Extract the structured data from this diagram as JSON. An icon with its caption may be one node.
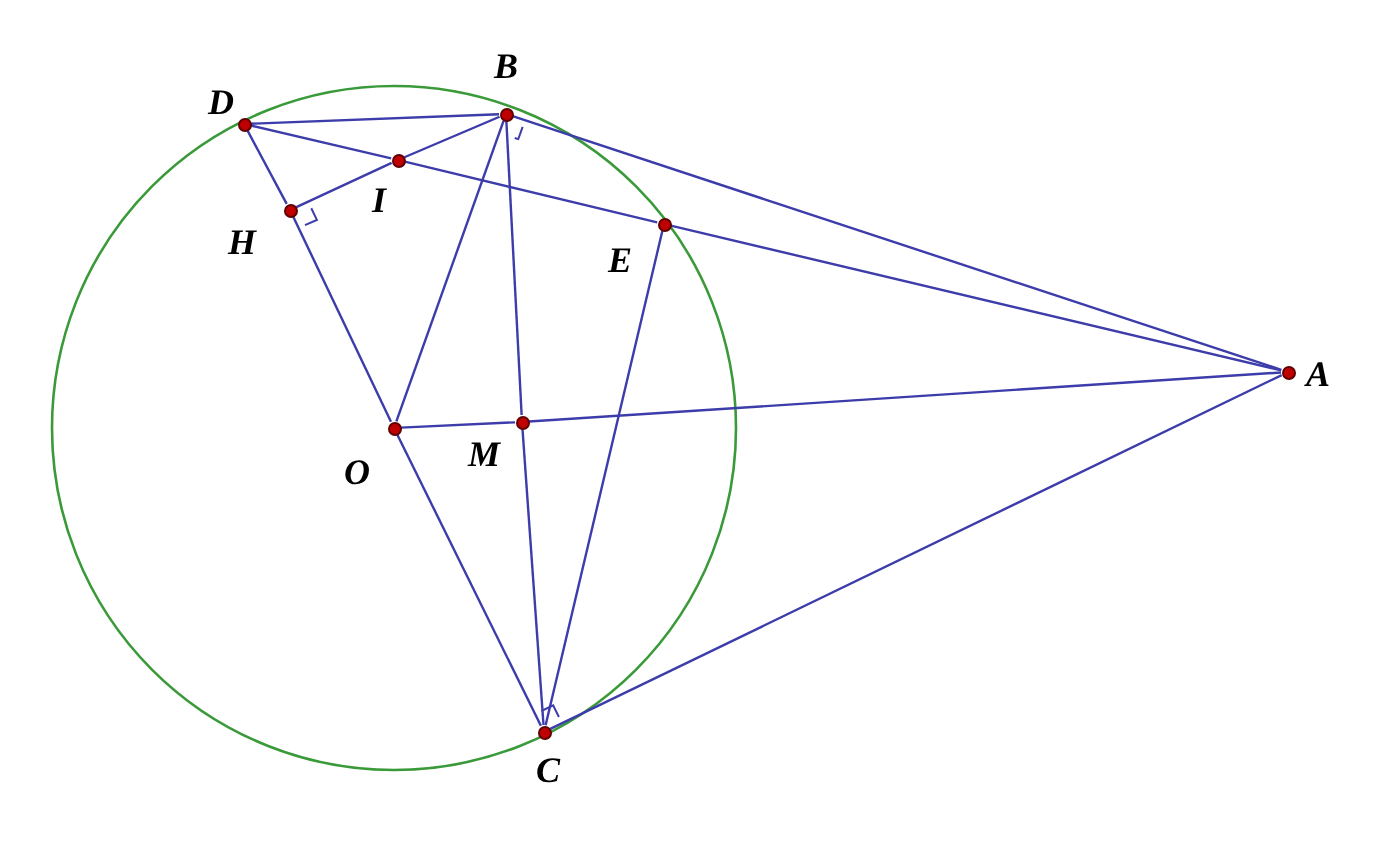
{
  "diagram": {
    "nodes": [
      {
        "text": [],
        "shape": "circle",
        "beside": [
          "D"
        ]
      },
      {
        "text": [],
        "shape": "circle",
        "beside": [
          "B"
        ]
      },
      {
        "text": [],
        "shape": "circle",
        "beside": [
          "I"
        ]
      },
      {
        "text": [],
        "shape": "circle",
        "beside": [
          "H"
        ]
      },
      {
        "text": [],
        "shape": "circle",
        "beside": [
          "E"
        ]
      },
      {
        "text": [],
        "shape": "circle",
        "beside": [
          "A"
        ]
      },
      {
        "text": [],
        "shape": "circle",
        "beside": [
          "O"
        ]
      },
      {
        "text": [],
        "shape": "circle",
        "beside": [
          "M"
        ]
      },
      {
        "text": [],
        "shape": "circle",
        "beside": [
          "C"
        ]
      }
    ],
    "edges": [
      {
        "from": 0,
        "to": 1,
        "arrow": "none"
      },
      {
        "from": 0,
        "to": 2,
        "arrow": "none"
      },
      {
        "from": 2,
        "to": 4,
        "arrow": "none"
      },
      {
        "from": 4,
        "to": 5,
        "arrow": "none"
      },
      {
        "from": 1,
        "to": 5,
        "arrow": "none"
      },
      {
        "from": 0,
        "to": 3,
        "arrow": "none"
      },
      {
        "from": 3,
        "to": 6,
        "arrow": "none"
      },
      {
        "from": 6,
        "to": 8,
        "arrow": "none"
      },
      {
        "from": 1,
        "to": 2,
        "arrow": "none"
      },
      {
        "from": 2,
        "to": 3,
        "arrow": "none"
      },
      {
        "from": 1,
        "to": 6,
        "arrow": "none"
      },
      {
        "from": 6,
        "to": 7,
        "arrow": "none"
      },
      {
        "from": 7,
        "to": 5,
        "arrow": "none"
      },
      {
        "from": 1,
        "to": 7,
        "arrow": "none"
      },
      {
        "from": 7,
        "to": 8,
        "arrow": "none"
      },
      {
        "from": 8,
        "to": 5,
        "arrow": "none"
      },
      {
        "from": 8,
        "to": 4,
        "arrow": "none"
      }
    ]
  }
}
